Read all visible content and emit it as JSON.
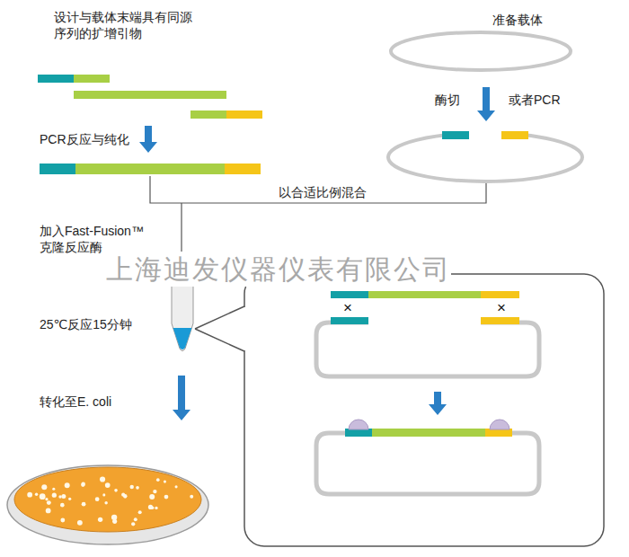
{
  "diagram": {
    "labels": [
      "设计与载体末端具有同源序列的扩增引物",
      "准备载体",
      "酶切",
      "或者PCR",
      "PCR反应与纯化",
      "以合适比例混合",
      "加入Fast-Fusion™ 克隆反应酶",
      "上海迪发仪器仪表有限公司",
      "×",
      "×",
      "25℃反应15分钟",
      "转化至E. coli"
    ]
  }
}
